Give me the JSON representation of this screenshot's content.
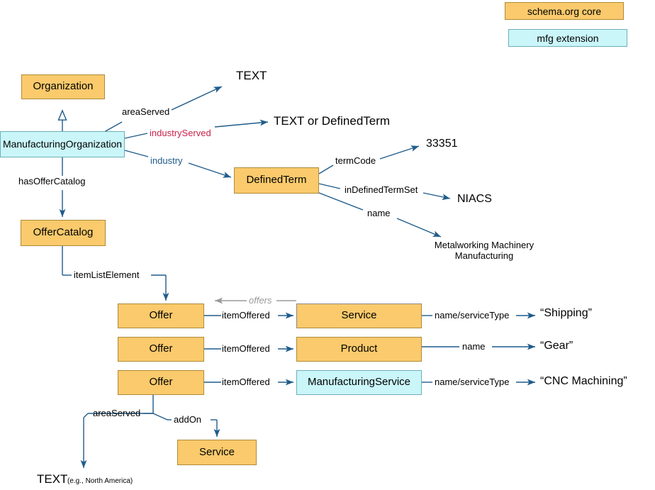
{
  "legend": {
    "items": [
      {
        "label": "schema.org core",
        "color": "#FACA6C",
        "kind": "core"
      },
      {
        "label": "mfg extension",
        "color": "#CAF6F9",
        "kind": "mfg"
      }
    ]
  },
  "nodes": {
    "organization": "Organization",
    "manufacturing_organization": "ManufacturingOrganization",
    "offer_catalog": "OfferCatalog",
    "defined_term": "DefinedTerm",
    "offer_1": "Offer",
    "offer_2": "Offer",
    "offer_3": "Offer",
    "service": "Service",
    "product": "Product",
    "manufacturing_service": "ManufacturingService",
    "addon_service": "Service"
  },
  "edge_labels": {
    "area_served_top": "areaServed",
    "industry_served": "industryServed",
    "industry": "industry",
    "has_offer_catalog": "hasOfferCatalog",
    "term_code": "termCode",
    "in_defined_term_set": "inDefinedTermSet",
    "name_defined_term": "name",
    "item_list_element": "itemListElement",
    "offers": "offers",
    "item_offered_1": "itemOffered",
    "item_offered_2": "itemOffered",
    "item_offered_3": "itemOffered",
    "name_service_type_1": "name/serviceType",
    "name_product": "name",
    "name_service_type_2": "name/serviceType",
    "area_served_bottom": "areaServed",
    "add_on": "addOn"
  },
  "values": {
    "text_top": "TEXT",
    "text_or_defined_term": "TEXT or DefinedTerm",
    "term_code_value": "33351",
    "defined_term_set_value": "NIACS",
    "defined_term_name_value": "Metalworking Machinery Manufacturing",
    "service_name_value": "“Shipping”",
    "product_name_value": "“Gear”",
    "manufacturing_service_name_value": "“CNC Machining”",
    "area_served_text": "TEXT",
    "area_served_example": "(e.g., North America)"
  },
  "colors": {
    "core_fill": "#FACA6C",
    "core_stroke": "#B08A38",
    "mfg_fill": "#CAF6F9",
    "mfg_stroke": "#6FAEB8",
    "edge": "#1F5C8B",
    "edge_grey": "#9A9A9A",
    "label_red": "#C8224A",
    "label_blue": "#1F5C8B",
    "background": "#FFFFFF"
  }
}
